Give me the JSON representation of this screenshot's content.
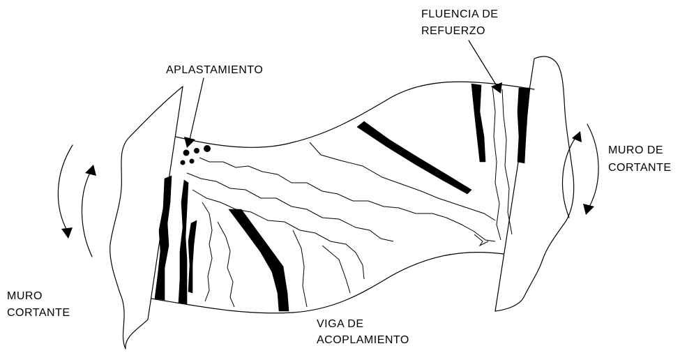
{
  "labels": {
    "fluencia_line1": "FLUENCIA DE",
    "fluencia_line2": "REFUERZO",
    "aplastamiento": "APLASTAMIENTO",
    "muro_right_line1": "MURO DE",
    "muro_right_line2": "CORTANTE",
    "muro_left_line1": "MURO",
    "muro_left_line2": "CORTANTE",
    "viga_line1": "VIGA DE",
    "viga_line2": "ACOPLAMIENTO"
  },
  "icons": [
    "arrowhead",
    "crushing-dots"
  ]
}
